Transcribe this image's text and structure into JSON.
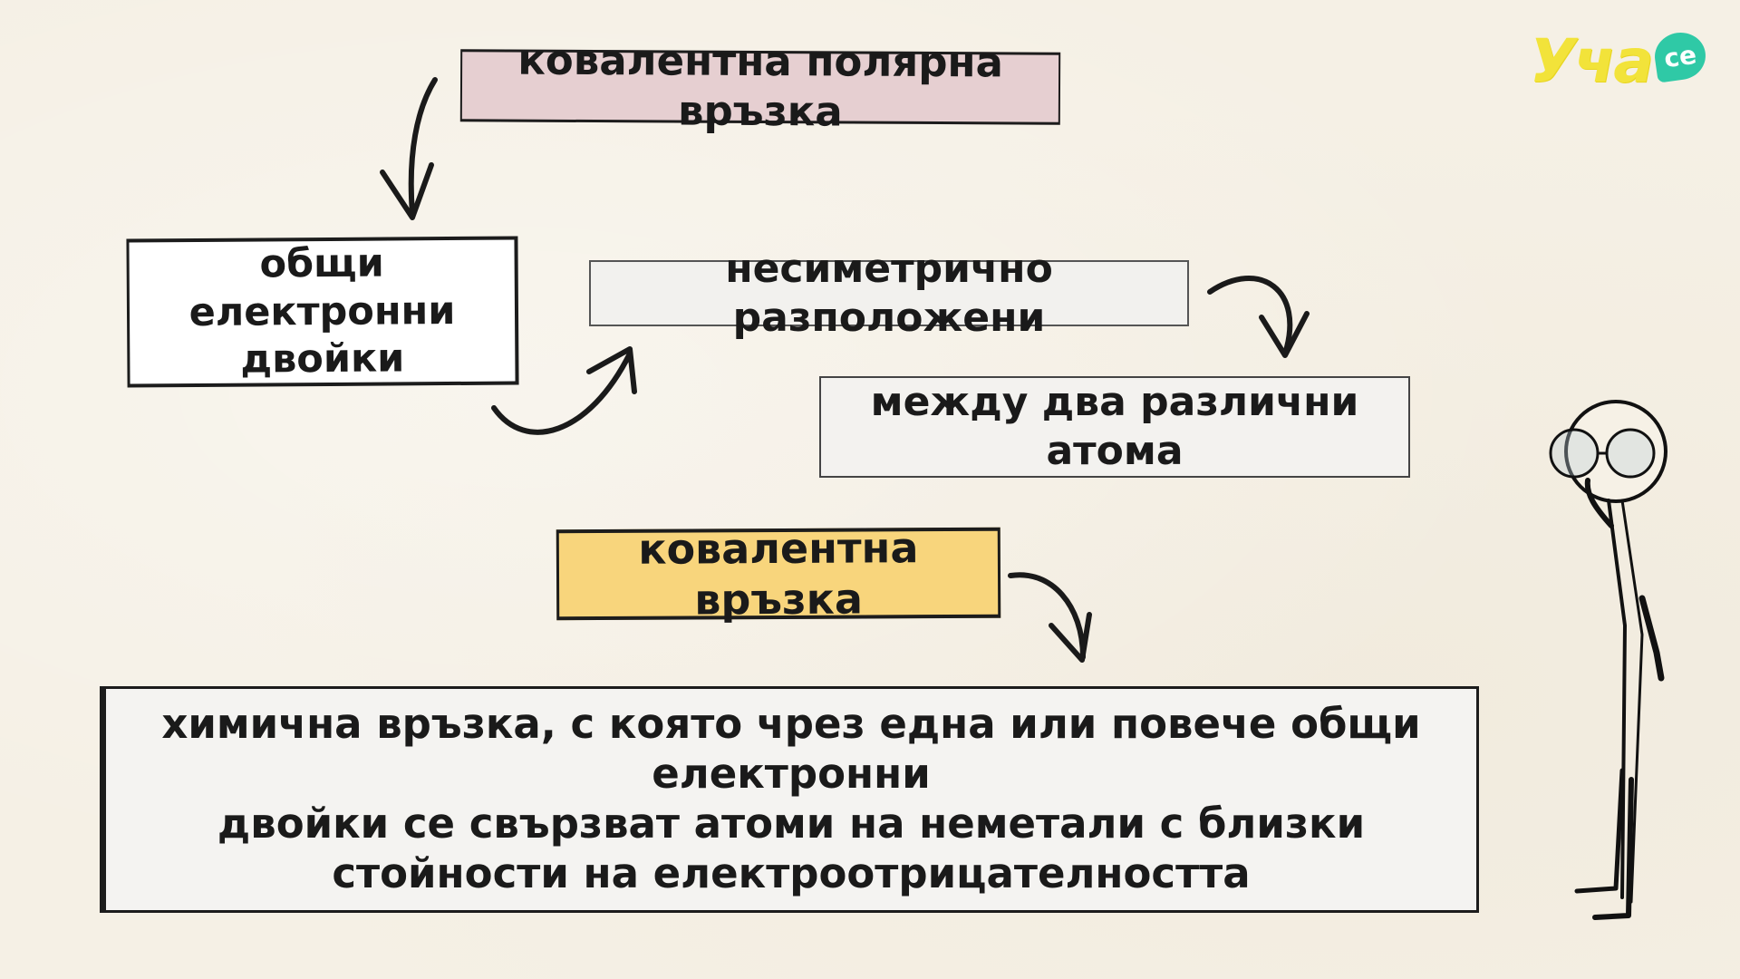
{
  "logo": {
    "text": "Уча",
    "badge": "се"
  },
  "boxes": {
    "polar_bond": "ковалентна полярна връзка",
    "shared_pairs": "общи електронни двойки",
    "asymmetric": "несиметрично разположени",
    "between_atoms": "между два различни атома",
    "covalent_bond": "ковалентна връзка"
  },
  "definition": {
    "lines": [
      "химична връзка, с която чрез една или повече общи електронни",
      "двойки се свързват атоми на неметали с близки",
      "стойности на електроотрицателността"
    ]
  },
  "colors": {
    "polar_bg": "#e6cfd1",
    "covalent_bg": "#f8d57c",
    "logo_yellow": "#f2e33a",
    "logo_badge": "#2fc9a6"
  }
}
